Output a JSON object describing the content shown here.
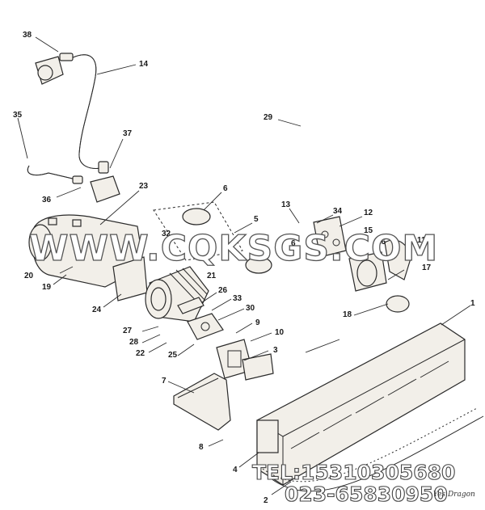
{
  "callouts": [
    {
      "id": "38",
      "label": "38"
    },
    {
      "id": "14",
      "label": "14"
    },
    {
      "id": "35",
      "label": "35"
    },
    {
      "id": "37",
      "label": "37"
    },
    {
      "id": "29",
      "label": "29"
    },
    {
      "id": "36",
      "label": "36"
    },
    {
      "id": "23",
      "label": "23"
    },
    {
      "id": "6a",
      "label": "6"
    },
    {
      "id": "13",
      "label": "13"
    },
    {
      "id": "34",
      "label": "34"
    },
    {
      "id": "12",
      "label": "12"
    },
    {
      "id": "5",
      "label": "5"
    },
    {
      "id": "32",
      "label": "32"
    },
    {
      "id": "15",
      "label": "15"
    },
    {
      "id": "16",
      "label": "16"
    },
    {
      "id": "11",
      "label": "11"
    },
    {
      "id": "6b",
      "label": "6"
    },
    {
      "id": "20",
      "label": "20"
    },
    {
      "id": "19",
      "label": "19"
    },
    {
      "id": "21",
      "label": "21"
    },
    {
      "id": "17",
      "label": "17"
    },
    {
      "id": "24",
      "label": "24"
    },
    {
      "id": "26",
      "label": "26"
    },
    {
      "id": "33",
      "label": "33"
    },
    {
      "id": "18",
      "label": "18"
    },
    {
      "id": "30",
      "label": "30"
    },
    {
      "id": "1",
      "label": "1"
    },
    {
      "id": "27",
      "label": "27"
    },
    {
      "id": "9",
      "label": "9"
    },
    {
      "id": "28",
      "label": "28"
    },
    {
      "id": "10",
      "label": "10"
    },
    {
      "id": "22",
      "label": "22"
    },
    {
      "id": "25",
      "label": "25"
    },
    {
      "id": "3",
      "label": "3"
    },
    {
      "id": "7",
      "label": "7"
    },
    {
      "id": "8",
      "label": "8"
    },
    {
      "id": "4",
      "label": "4"
    },
    {
      "id": "2",
      "label": "2"
    }
  ],
  "watermark": {
    "site": "WWW.CQKSGS.COM",
    "tel": "TEL:15310305680",
    "phone": "023-65830950"
  },
  "signature_text": "Yes Dragon"
}
